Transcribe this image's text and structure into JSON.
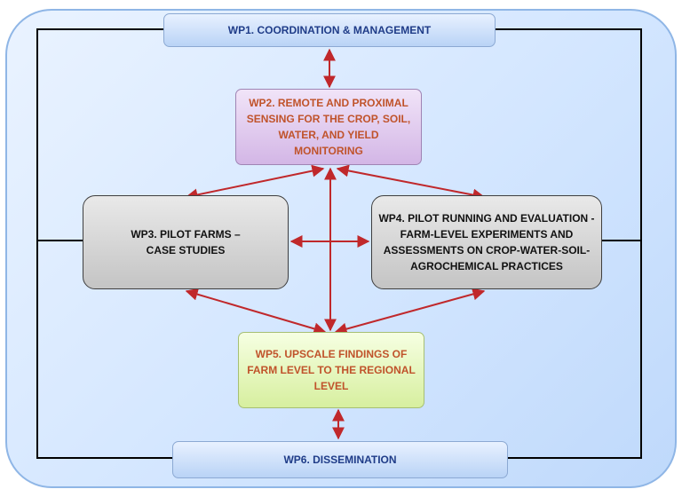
{
  "boxes": {
    "wp1": "WP1. COORDINATION & MANAGEMENT",
    "wp2": "WP2. REMOTE AND PROXIMAL SENSING FOR THE CROP, SOIL, WATER, AND YIELD MONITORING",
    "wp3": "WP3. PILOT FARMS – CASE STUDIES",
    "wp4": "WP4. PILOT RUNNING AND EVALUATION - FARM-LEVEL EXPERIMENTS AND ASSESSMENTS ON CROP-WATER-SOIL-AGROCHEMICAL PRACTICES",
    "wp5": "WP5. UPSCALE FINDINGS OF FARM LEVEL TO THE REGIONAL LEVEL",
    "wp6": "WP6. DISSEMINATION"
  },
  "colors": {
    "arrow": "#c0282b",
    "frame_line": "#000000",
    "wp2_text": "#c0532b",
    "wp5_text": "#c0532b",
    "wp1_text": "#1f3c88"
  }
}
